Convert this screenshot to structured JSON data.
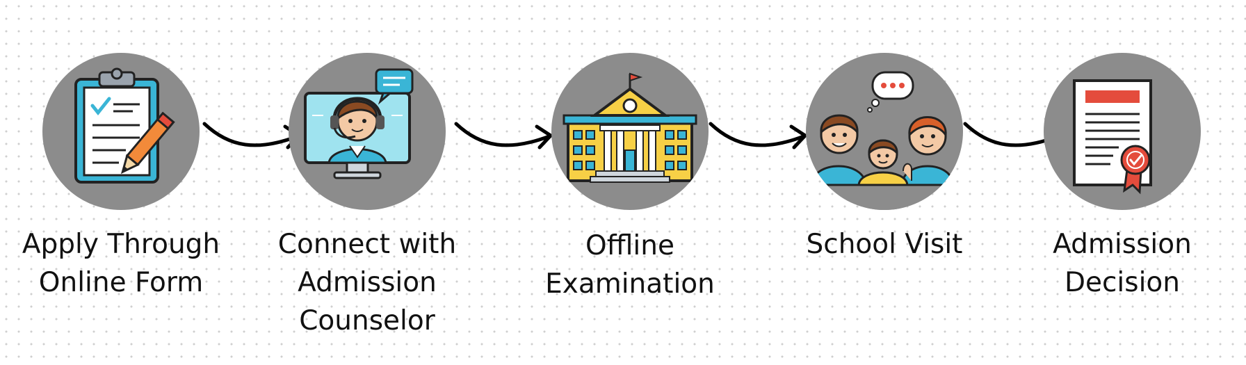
{
  "steps": [
    {
      "label": "Apply Through\nOnline Form",
      "icon": "clipboard-checklist-icon"
    },
    {
      "label": "Connect with\nAdmission\nCounselor",
      "icon": "counselor-headset-icon"
    },
    {
      "label": "Offline\nExamination",
      "icon": "school-building-icon"
    },
    {
      "label": "School Visit",
      "icon": "family-visit-icon"
    },
    {
      "label": "Admission\nDecision",
      "icon": "certificate-icon"
    }
  ],
  "colors": {
    "circle": "#8c8c8c",
    "arrow": "#000000",
    "text": "#111111",
    "accent_blue": "#3ab5d6",
    "accent_yellow": "#f7d046",
    "accent_red": "#e44c3c"
  }
}
